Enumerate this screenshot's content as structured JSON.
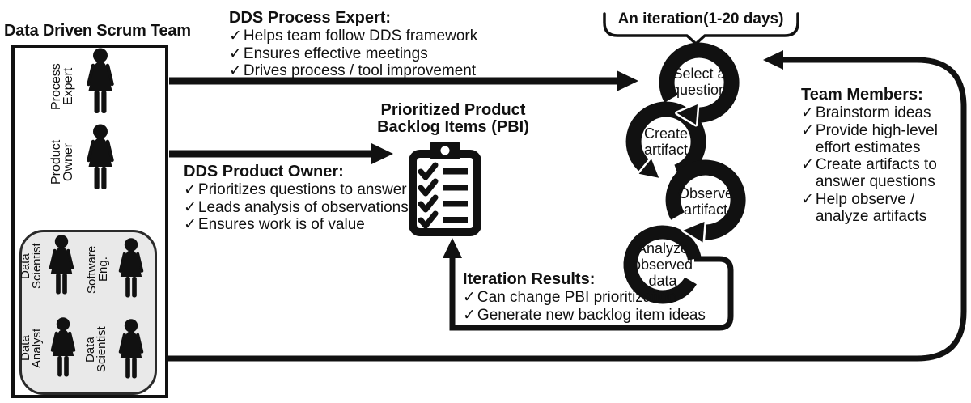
{
  "title": "Data Driven Scrum Team",
  "bullet_char": "✓",
  "colors": {
    "ink": "#111111",
    "member_box_fill": "#e9e9e9"
  },
  "team": {
    "roles": [
      {
        "label": "Process Expert"
      },
      {
        "label": "Product Owner"
      }
    ],
    "members": [
      {
        "label": "Data Scientist"
      },
      {
        "label": "Software Eng."
      },
      {
        "label": "Data Analyst"
      },
      {
        "label": "Data Scientist"
      }
    ]
  },
  "notes": {
    "process_expert": {
      "heading": "DDS Process Expert:",
      "items": [
        "Helps team follow DDS framework",
        "Ensures effective meetings",
        "Drives process / tool improvement"
      ]
    },
    "product_owner": {
      "heading": "DDS Product Owner:",
      "items": [
        "Prioritizes questions to answer",
        "Leads analysis of observations",
        "Ensures work is of value"
      ]
    },
    "team_members": {
      "heading": "Team Members:",
      "items": [
        "Brainstorm ideas",
        "Provide high-level effort estimates",
        "Create artifacts to answer questions",
        "Help observe / analyze artifacts"
      ]
    },
    "iteration_results": {
      "heading": "Iteration Results:",
      "items": [
        "Can change PBI prioritization",
        "Generate new backlog item ideas"
      ]
    }
  },
  "pbi": {
    "label_line1": "Prioritized Product",
    "label_line2": "Backlog Items (PBI)"
  },
  "iteration": {
    "bracket_label": "An iteration(1-20 days)",
    "steps": [
      "Select a question",
      "Create artifact",
      "Observe artifact",
      "Analyze observed data"
    ]
  }
}
